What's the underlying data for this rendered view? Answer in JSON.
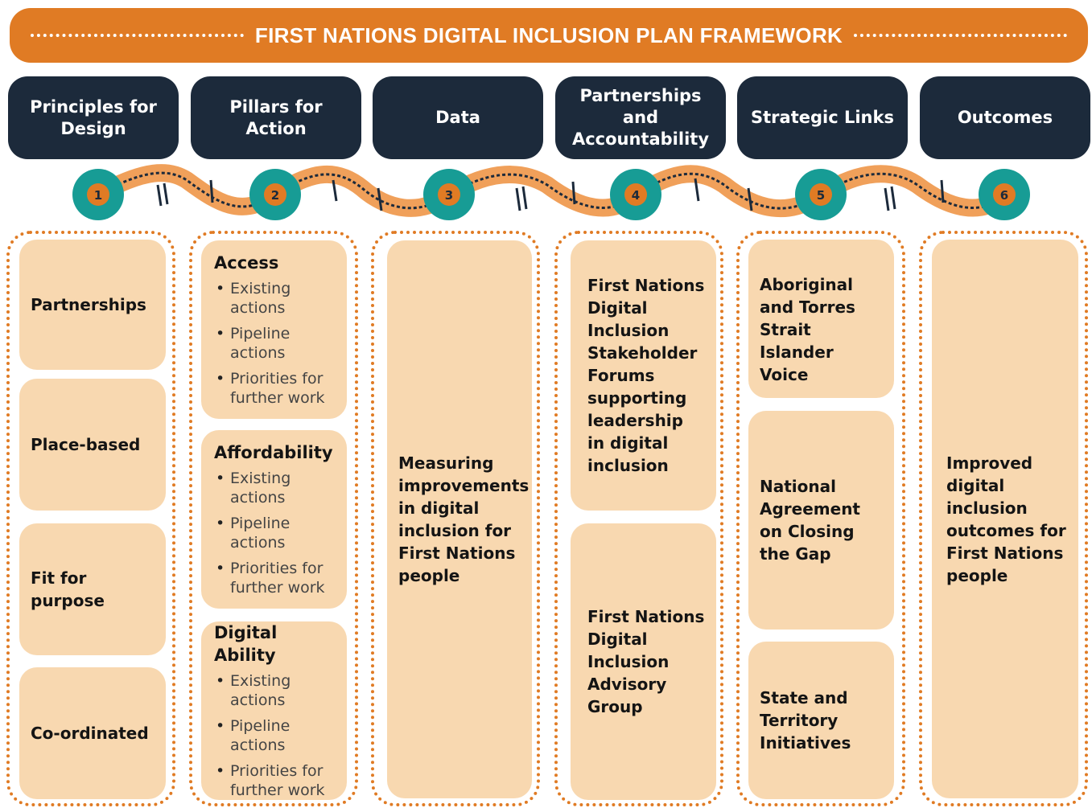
{
  "banner": {
    "title": "FIRST NATIONS DIGITAL INCLUSION PLAN FRAMEWORK"
  },
  "headers": [
    "Principles for Design",
    "Pillars for Action",
    "Data",
    "Partnerships and Accountability",
    "Strategic Links",
    "Outcomes"
  ],
  "steps": [
    "1",
    "2",
    "3",
    "4",
    "5",
    "6"
  ],
  "principles": [
    "Partnerships",
    "Place-based",
    "Fit for purpose",
    "Co-ordinated"
  ],
  "pillars": [
    {
      "title": "Access",
      "items": [
        "Existing actions",
        "Pipeline actions",
        "Priorities for further work"
      ]
    },
    {
      "title": "Affordability",
      "items": [
        "Existing actions",
        "Pipeline actions",
        "Priorities for further work"
      ]
    },
    {
      "title": "Digital Ability",
      "items": [
        "Existing actions",
        "Pipeline actions",
        "Priorities for further work"
      ]
    }
  ],
  "data": {
    "text": "Measuring improvements in digital inclusion for First Nations people"
  },
  "partnerships": [
    "First Nations Digital Inclusion Stakeholder Forums supporting leadership in digital inclusion",
    "First Nations Digital Inclusion Advisory Group"
  ],
  "strategic_links": [
    "Aboriginal and Torres Strait Islander Voice",
    "National Agreement on Closing the Gap",
    "State and Territory Initiatives"
  ],
  "outcomes": {
    "text": "Improved digital inclusion outcomes for First Nations people"
  },
  "colors": {
    "orange": "#e07b24",
    "navy": "#1c2a3b",
    "teal": "#179c95",
    "peach": "#f8d8b0"
  }
}
